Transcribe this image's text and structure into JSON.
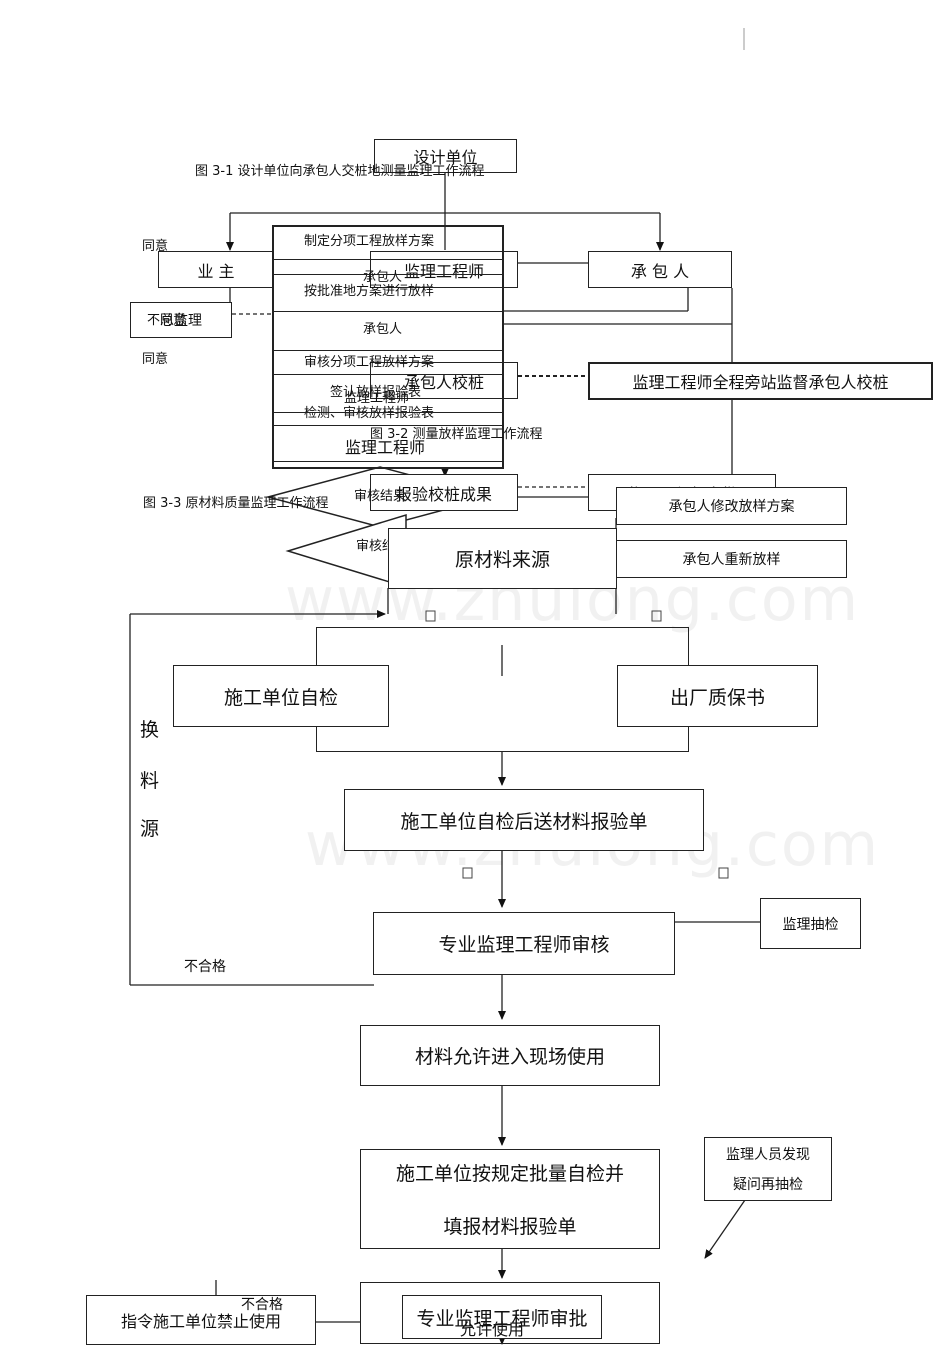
{
  "fig1": {
    "caption": "图 3-1  设计单位向承包人交桩地测量监理工作流程",
    "design_unit": "设计单位",
    "owner": "业    主",
    "engineer": "监理工程师",
    "contractor": "承 包 人",
    "chief_engineer": "总监理",
    "agree": "同意",
    "contractor_stake": "承包人校桩",
    "engineer_supervise": "监理工程师全程旁站监督承包人校桩",
    "report_result": "报验校桩成果",
    "engineer_approve": "监理工程师审批"
  },
  "fig2": {
    "caption": "图 3-2  测量放样监理工作流程",
    "step1": "制定分项工程放样方案",
    "contractor1": "承包人",
    "step2": "按批准地方案进行放样",
    "contractor2": "承包人",
    "step3": "审核分项工程放样方案",
    "step4": "签认放样报验表",
    "engineer1": "监理工程师",
    "step5": "检测、审核放样报验表",
    "engineer2": "监理工程师",
    "disagree": "不同意",
    "agree": "同意",
    "review1": "审核结果",
    "review2": "审核结果",
    "revise": "承包人修改放样方案",
    "relayout": "承包人重新放样"
  },
  "fig3": {
    "caption": "图 3-3  原材料质量监理工作流程",
    "source": "原材料来源",
    "self_check": "施工单位自检",
    "certificate": "出厂质保书",
    "send_report": "施工单位自检后送材料报验单",
    "engineer_review": "专业监理工程师审核",
    "spot_check": "监理抽检",
    "change_source": [
      "换",
      "料",
      "源"
    ],
    "unqualified1": "不合格",
    "allow_enter": "材料允许进入现场使用",
    "batch_line1": "施工单位按规定批量自检并",
    "batch_line2": "填报材料报验单",
    "doubt_line1": "监理人员发现",
    "doubt_line2": "疑问再抽检",
    "engineer_approve": "专业监理工程师审批",
    "unqualified2": "不合格",
    "forbid": "指令施工单位禁止使用",
    "allow_use": "允许使用"
  },
  "watermark": "www.zhulong.com"
}
